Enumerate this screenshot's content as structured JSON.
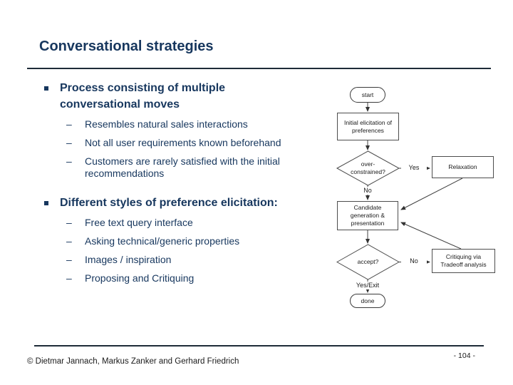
{
  "title": "Conversational strategies",
  "bullets": {
    "dash_glyph": "–",
    "sections": [
      {
        "heading": "Process consisting of multiple\nconversational moves",
        "items": [
          "Resembles natural sales interactions",
          "Not all user requirements known beforehand",
          "Customers are rarely satisfied with the initial\nrecommendations"
        ]
      },
      {
        "heading": "Different styles of preference elicitation:",
        "items": [
          "Free text query interface",
          "Asking technical/generic properties",
          "Images / inspiration",
          "Proposing and Critiquing"
        ]
      }
    ]
  },
  "flowchart": {
    "nodes": {
      "start": "start",
      "initial": "Initial elicitation of\npreferences",
      "overconstrained": "over-\nconstrained?",
      "relaxation": "Relaxation",
      "candidate": "Candidate\ngeneration &\npresentation",
      "accept": "accept?",
      "critiquing": "Critiquing via\nTradeoff analysis",
      "done": "done"
    },
    "edge_labels": {
      "yes": "Yes",
      "no_overconstrained": "No",
      "no_accept": "No",
      "yes_exit": "Yes/Exit"
    }
  },
  "footer": {
    "copyright": "© Dietmar Jannach, Markus Zanker and Gerhard Friedrich",
    "page_number": "- 104 -"
  },
  "colors": {
    "accent_navy": "#17375E",
    "divider": "#1e2b38",
    "flow_border": "#4d4d4d",
    "flow_line": "#404040",
    "flow_text": "#1a1a1a"
  }
}
